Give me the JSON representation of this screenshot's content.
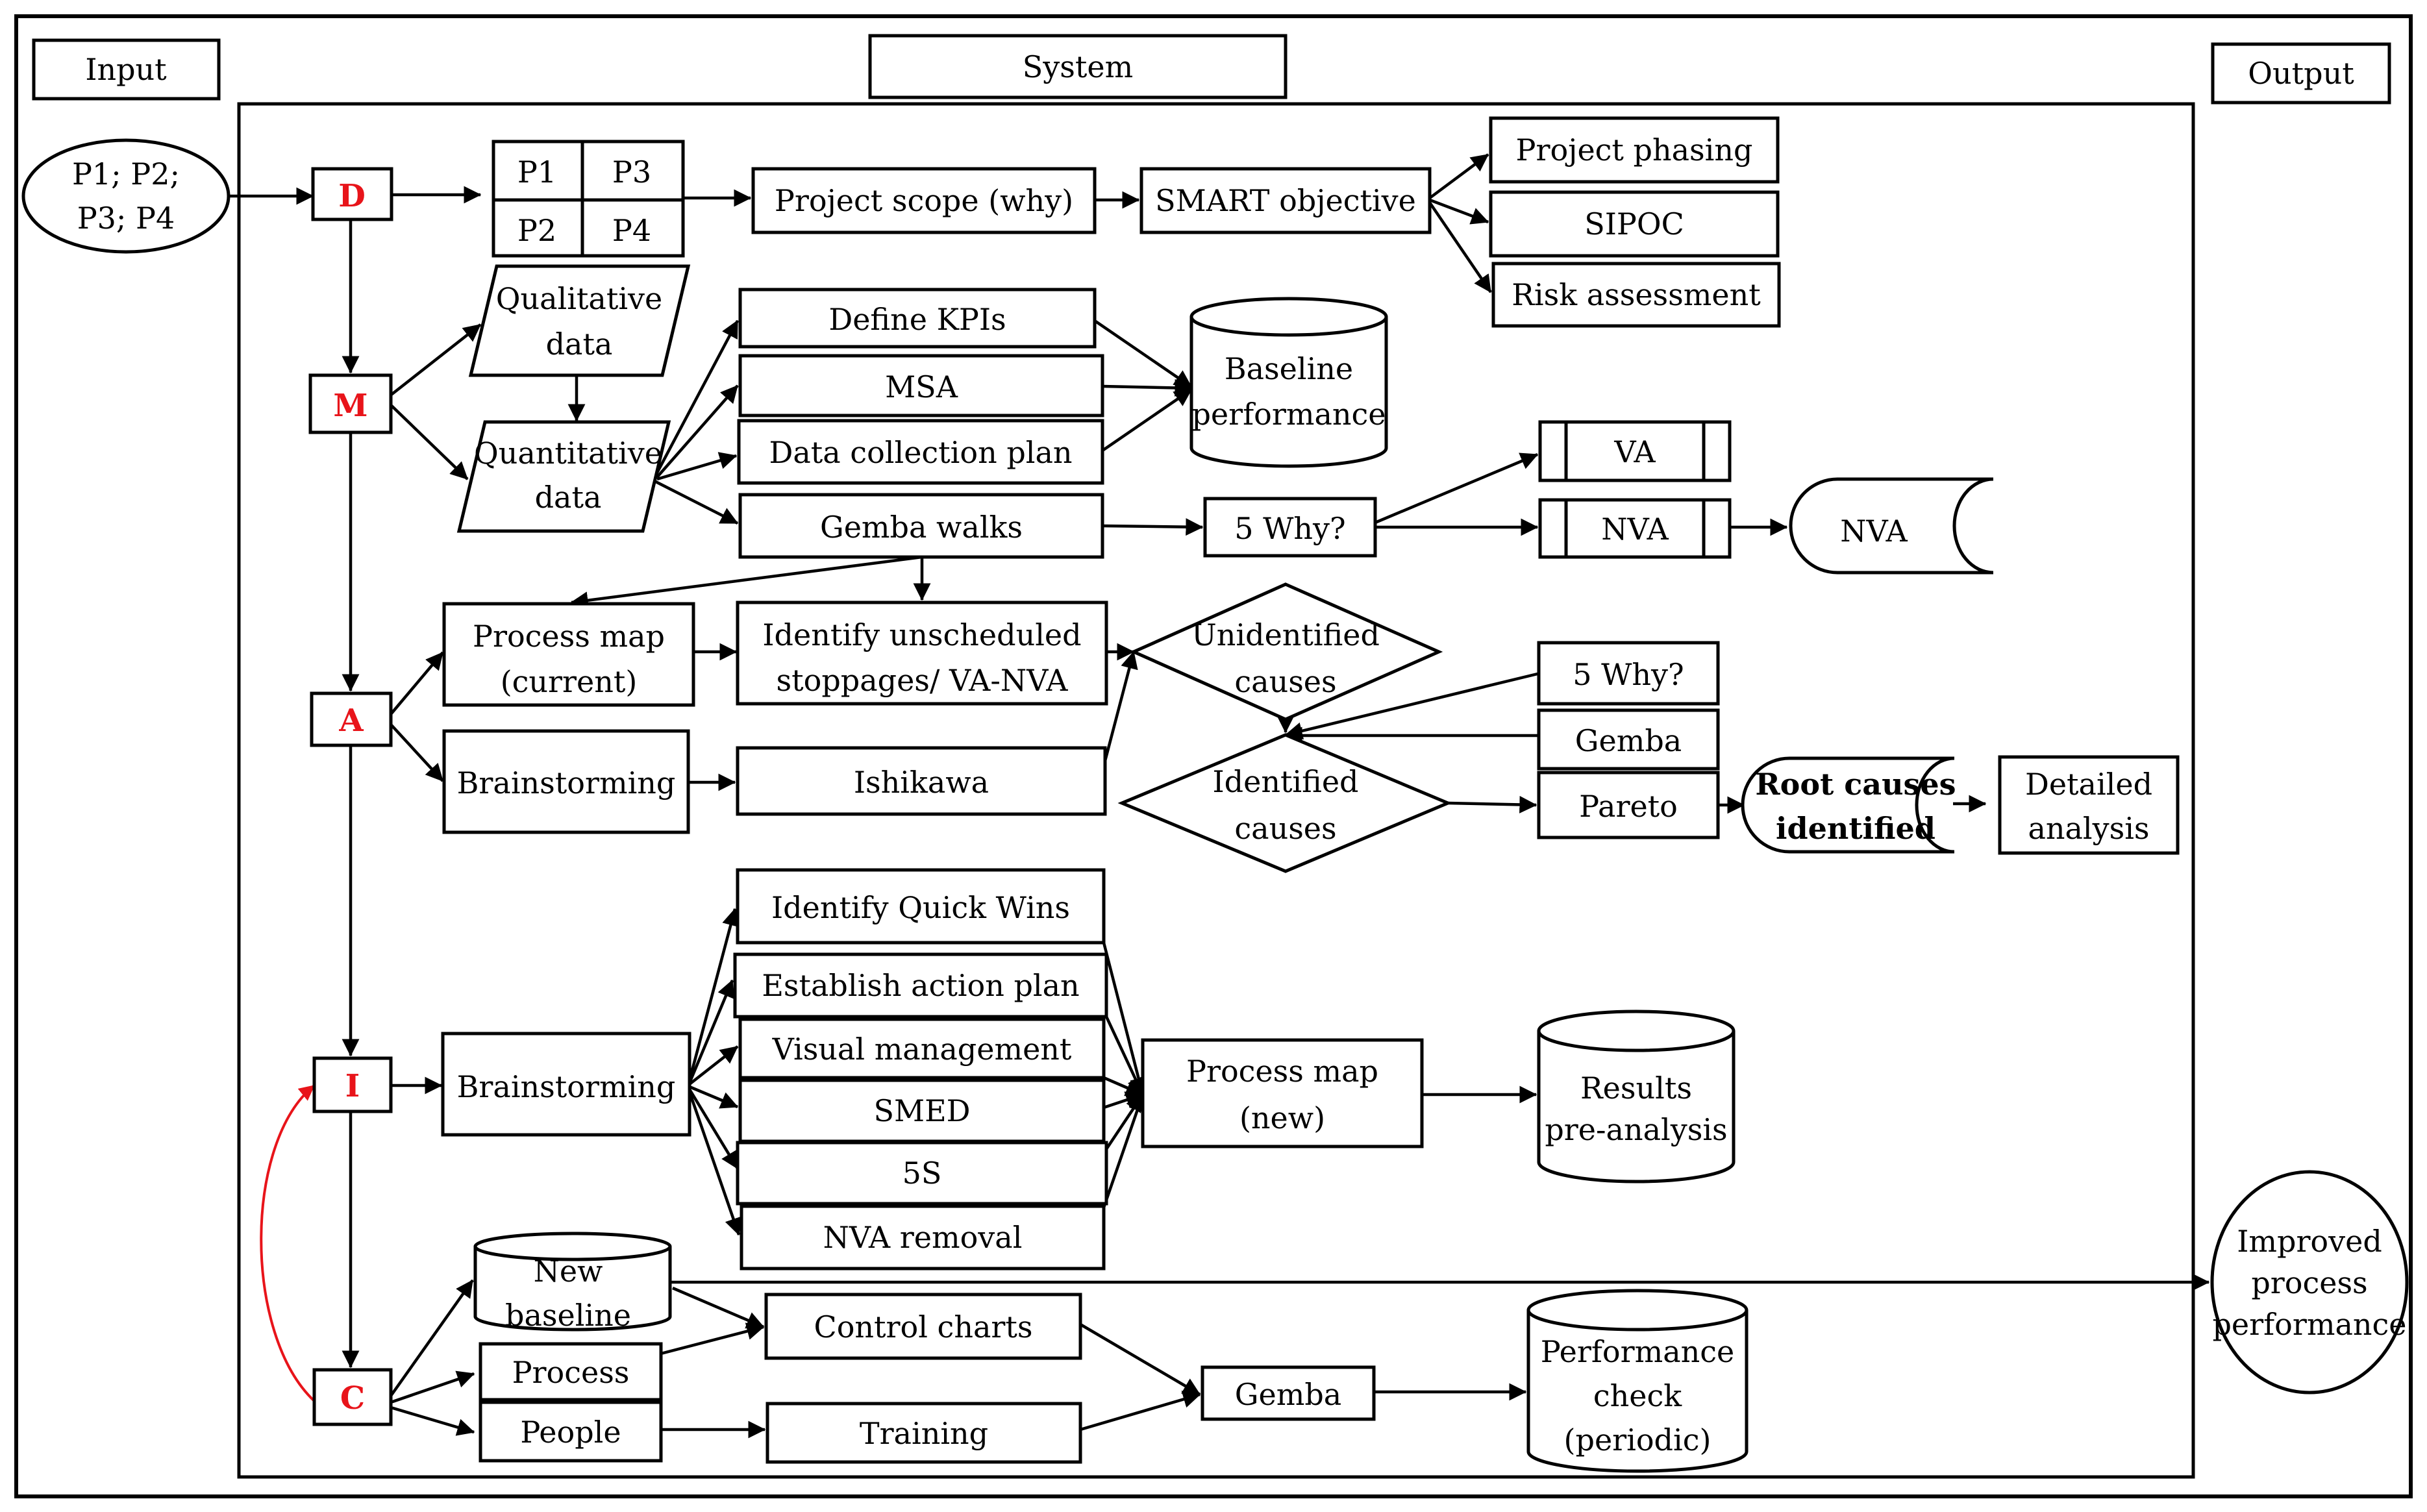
{
  "headers": {
    "input": "Input",
    "system": "System",
    "output": "Output"
  },
  "input_node": [
    "P1; P2;",
    "P3; P4"
  ],
  "phases": {
    "d": "D",
    "m": "M",
    "a": "A",
    "i": "I",
    "c": "C"
  },
  "define": {
    "grid": [
      "P1",
      "P3",
      "P2",
      "P4"
    ],
    "scope": "Project scope (why)",
    "smart": "SMART objective",
    "phasing": "Project phasing",
    "sipoc": "SIPOC",
    "risk": "Risk assessment"
  },
  "measure": {
    "qualitative": [
      "Qualitative",
      "data"
    ],
    "quantitative": [
      "Quantitative",
      "data"
    ],
    "kpis": "Define KPIs",
    "msa": "MSA",
    "dcp": "Data collection plan",
    "gemba": "Gemba walks",
    "baseline": [
      "Baseline",
      "performance"
    ],
    "why5": "5 Why?",
    "va": "VA",
    "nva": "NVA",
    "nva_store": "NVA"
  },
  "analyze": {
    "pmap": [
      "Process map",
      "(current)"
    ],
    "unsched": [
      "Identify unscheduled",
      "stoppages/ VA-NVA"
    ],
    "brainstorm": "Brainstorming",
    "ishikawa": "Ishikawa",
    "unident": [
      "Unidentified",
      "causes"
    ],
    "ident": [
      "Identified",
      "causes"
    ],
    "why5": "5 Why?",
    "gemba": "Gemba",
    "pareto": "Pareto",
    "root": [
      "Root causes",
      "identified"
    ],
    "detailed": [
      "Detailed",
      "analysis"
    ]
  },
  "improve": {
    "brainstorm": "Brainstorming",
    "items": [
      "Identify Quick Wins",
      "Establish action plan",
      "Visual management",
      "SMED",
      "5S",
      "NVA removal"
    ],
    "pmap_new": [
      "Process map",
      "(new)"
    ],
    "results": [
      "Results",
      "pre-analysis"
    ]
  },
  "control": {
    "new_baseline": [
      "New",
      "baseline"
    ],
    "process": "Process",
    "people": "People",
    "charts": "Control charts",
    "training": "Training",
    "gemba": "Gemba",
    "perf": [
      "Performance",
      "check",
      "(periodic)"
    ]
  },
  "output_node": [
    "Improved",
    "process",
    "performance"
  ]
}
